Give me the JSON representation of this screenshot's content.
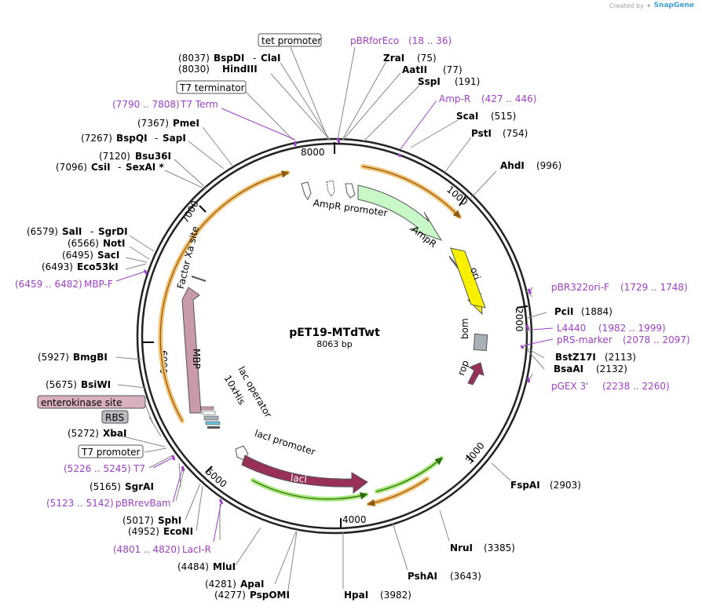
{
  "credit": {
    "prefix": "Created by",
    "brand": "SnapGene"
  },
  "plasmid": {
    "name": "pET19-MTdTwt",
    "size": "8063 bp"
  },
  "ticks": [
    "1000",
    "2000",
    "3000",
    "4000",
    "5000",
    "6000",
    "7000",
    "8000"
  ],
  "features": {
    "ampr_promoter": "AmpR promoter",
    "ampr": "AmpR",
    "ori": "ori",
    "bom": "bom",
    "rop": "rop",
    "laci_promoter": "lacI promoter",
    "laci": "lacI",
    "lac_operator": "lac operator",
    "his": "10xHis",
    "mbp": "MBP",
    "factor_xa": "Factor Xa site"
  },
  "labels": {
    "tet_promoter": "tet promoter",
    "pbrforeco": "pBRforEco",
    "pbrforeco_range": "(18 .. 36)",
    "bspdi_pos": "(8037)",
    "bspdi": "BspDI",
    "clai": "ClaI",
    "hindiii_pos": "(8030)",
    "hindiii": "HindIII",
    "zrai": "ZraI",
    "zrai_pos": "(75)",
    "aatii": "AatII",
    "aatii_pos": "(77)",
    "sspi": "SspI",
    "sspi_pos": "(191)",
    "t7_terminator": "T7 terminator",
    "ampr_label": "Amp-R",
    "ampr_range": "(427 .. 446)",
    "t7term_range": "(7790 .. 7808)",
    "t7term": "T7 Term",
    "scai": "ScaI",
    "scai_pos": "(515)",
    "pmei_pos": "(7367)",
    "pmei": "PmeI",
    "psti": "PstI",
    "psti_pos": "(754)",
    "bspqi_pos": "(7267)",
    "bspqi": "BspQI",
    "sapi": "SapI",
    "bsu36i_pos": "(7120)",
    "bsu36i": "Bsu36I",
    "ahdi": "AhdI",
    "ahdi_pos": "(996)",
    "csii_pos": "(7096)",
    "csii": "CsiI",
    "sexai": "SexAI *",
    "sali_pos": "(6579)",
    "sali": "SalI",
    "sgrdi": "SgrDI",
    "noti_pos": "(6566)",
    "noti": "NotI",
    "saci_pos": "(6495)",
    "saci": "SacI",
    "eco53ki_pos": "(6493)",
    "eco53ki": "Eco53kI",
    "mbpf_range": "(6459 .. 6482)",
    "mbpf": "MBP-F",
    "pbr322ori": "pBR322ori-F",
    "pbr322ori_range": "(1729 .. 1748)",
    "pcii": "PciI",
    "pcii_pos": "(1884)",
    "l4440": "L4440",
    "l4440_range": "(1982 .. 1999)",
    "prs": "pRS-marker",
    "prs_range": "(2078 .. 2097)",
    "bstz17i": "BstZ17I",
    "bstz17i_pos": "(2113)",
    "bsaai": "BsaAI",
    "bsaai_pos": "(2132)",
    "pgex": "pGEX 3'",
    "pgex_range": "(2238 .. 2260)",
    "bmgbi_pos": "(5927)",
    "bmgbi": "BmgBI",
    "bsiwi_pos": "(5675)",
    "bsiwi": "BsiWI",
    "enterokinase": "enterokinase site",
    "rbs": "RBS",
    "xbai_pos": "(5272)",
    "xbai": "XbaI",
    "t7_promoter": "T7 promoter",
    "t7_range": "(5226 .. 5245)",
    "t7": "T7",
    "sgrai_pos": "(5165)",
    "sgrai": "SgrAI",
    "pbrrev_range": "(5123 .. 5142)",
    "pbrrev": "pBRrevBam",
    "fspai": "FspAI",
    "fspai_pos": "(2903)",
    "sphi_pos": "(5017)",
    "sphi": "SphI",
    "econi_pos": "(4952)",
    "econi": "EcoNI",
    "lacir_range": "(4801 .. 4820)",
    "lacir": "LacI-R",
    "nrui": "NruI",
    "nrui_pos": "(3385)",
    "mlui_pos": "(4484)",
    "mlui": "MluI",
    "pshai": "PshAI",
    "pshai_pos": "(3643)",
    "apai_pos": "(4281)",
    "apai": "ApaI",
    "psp_pos": "(4277)",
    "psp": "PspOMI",
    "hpai": "HpaI",
    "hpai_pos": "(3982)"
  },
  "colors": {
    "ampr": "#c8f8c8",
    "ori": "#f8f000",
    "bom": "#a8b0b8",
    "rop": "#98305a",
    "laci": "#98305a",
    "mbp": "#c89aaa",
    "orf_orange": "#f4c070",
    "orf_green": "#a8e878",
    "primer": "#a040c8",
    "enterokinase_fill": "#d8b0c0",
    "rbs_fill": "#b8bcc0"
  }
}
